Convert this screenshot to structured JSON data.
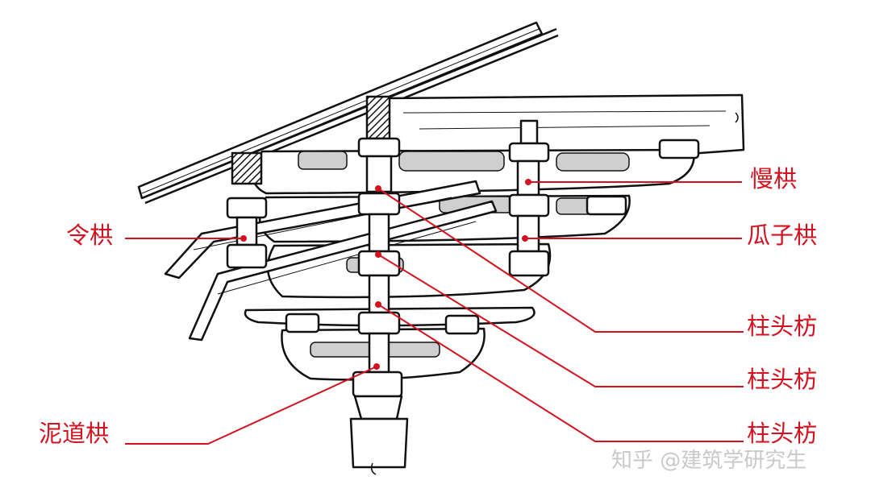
{
  "labels": {
    "man_gong": "慢栱",
    "gua_zi_gong": "瓜子栱",
    "zhu_tou_fang_1": "柱头枋",
    "zhu_tou_fang_2": "柱头枋",
    "zhu_tou_fang_3": "柱头枋",
    "ling_gong": "令栱",
    "ni_dao_gong": "泥道栱"
  },
  "watermark": "知乎 @建筑学研究生",
  "colors": {
    "leader": "#d4111f",
    "ink": "#111111",
    "wood_shade": "#cfcfcf",
    "watermark": "#c9c9c9"
  }
}
